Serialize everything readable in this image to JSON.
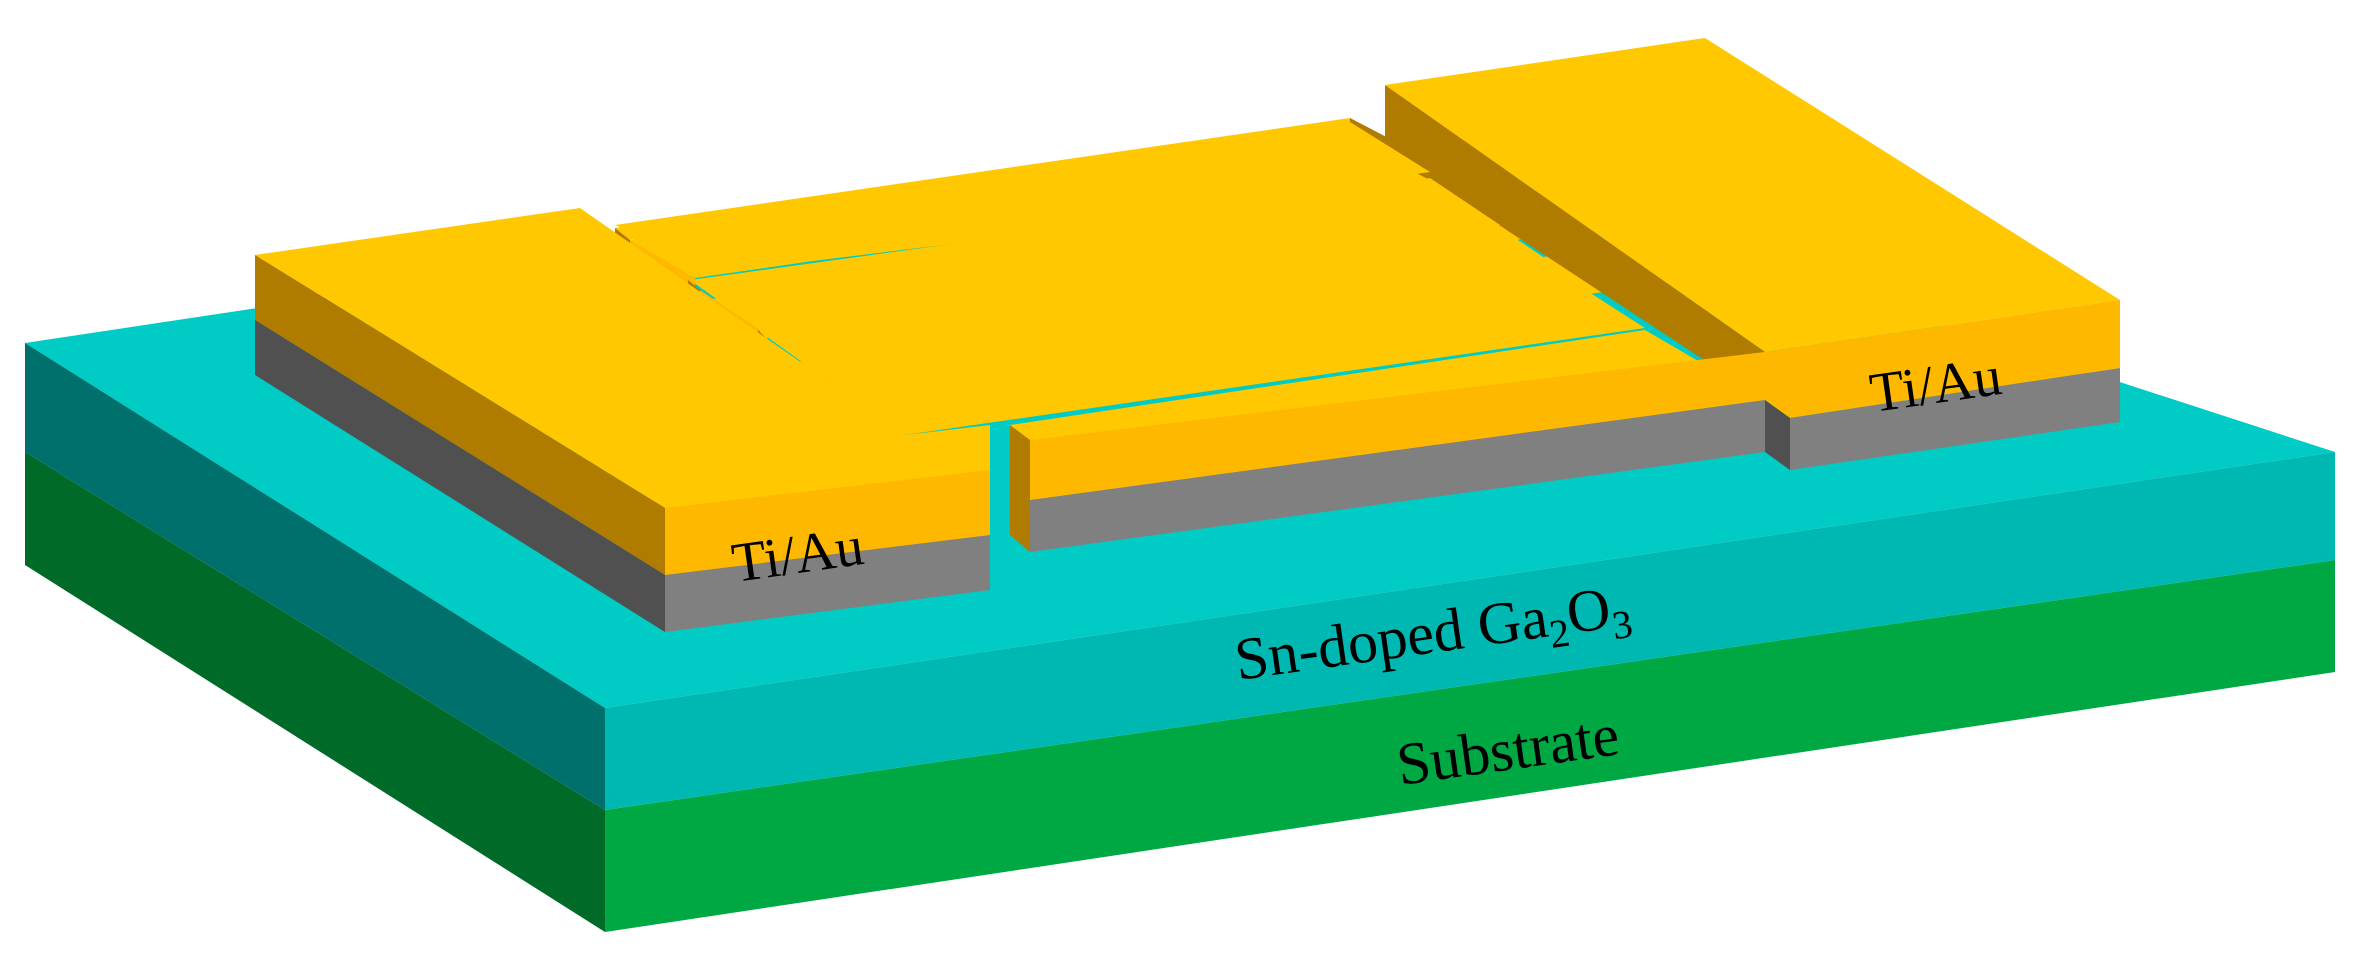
{
  "labels": {
    "left_contact": "Ti/Au",
    "right_contact": "Ti/Au",
    "active_layer": {
      "prefix": "Sn-doped Ga",
      "sub1": "2",
      "mid": "O",
      "sub2": "3"
    },
    "substrate": "Substrate"
  },
  "colors": {
    "substrate_top": "#0a9a3c",
    "substrate_front": "#00a844",
    "substrate_side": "#006a28",
    "ga2o3_top": "#00cbc4",
    "ga2o3_front": "#00b8b2",
    "ga2o3_side": "#00706c",
    "gold_top": "#ffc800",
    "gold_front": "#ffb800",
    "gold_side": "#b07c00",
    "ti_front": "#808080",
    "ti_side": "#505050"
  }
}
